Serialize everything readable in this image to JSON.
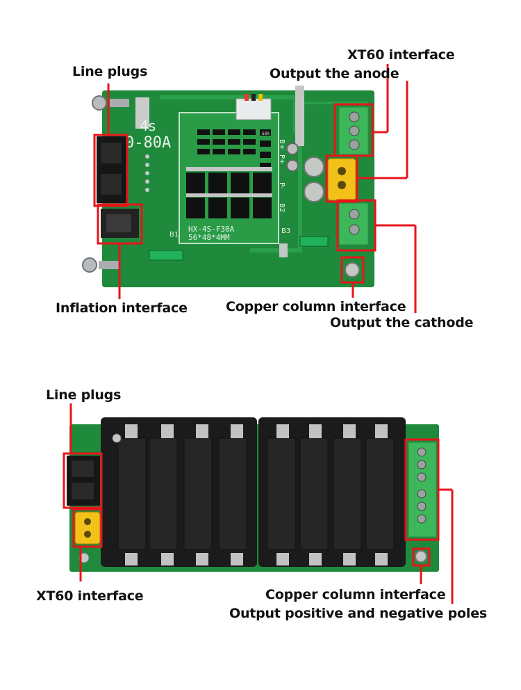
{
  "colors": {
    "callout": "#e8141b",
    "pcb_green": "#1f8a3c",
    "pcb_dark": "#17722f",
    "terminal_green": "#3cb85a",
    "xt60_yellow": "#f2c21b",
    "holder_black": "#1b1b1b",
    "silk": "#e8f3ea"
  },
  "board1": {
    "silk_cells": "4s",
    "silk_current": "0-80A",
    "bms_model": "HX-4S-F30A",
    "bms_size": "56*48*4MM",
    "pad_labels": [
      "B+",
      "P+",
      "P-",
      "B2",
      "B1",
      "B3"
    ],
    "resistor_text": "680"
  },
  "labels": {
    "top": {
      "line_plugs": "Line plugs",
      "xt60": "XT60 interface",
      "output_anode": "Output the anode",
      "inflation": "Inflation interface",
      "copper_column": "Copper column interface",
      "output_cathode": "Output the cathode"
    },
    "bottom": {
      "line_plugs": "Line plugs",
      "xt60": "XT60 interface",
      "copper_column": "Copper column interface",
      "output_poles": "Output positive and negative poles"
    }
  }
}
